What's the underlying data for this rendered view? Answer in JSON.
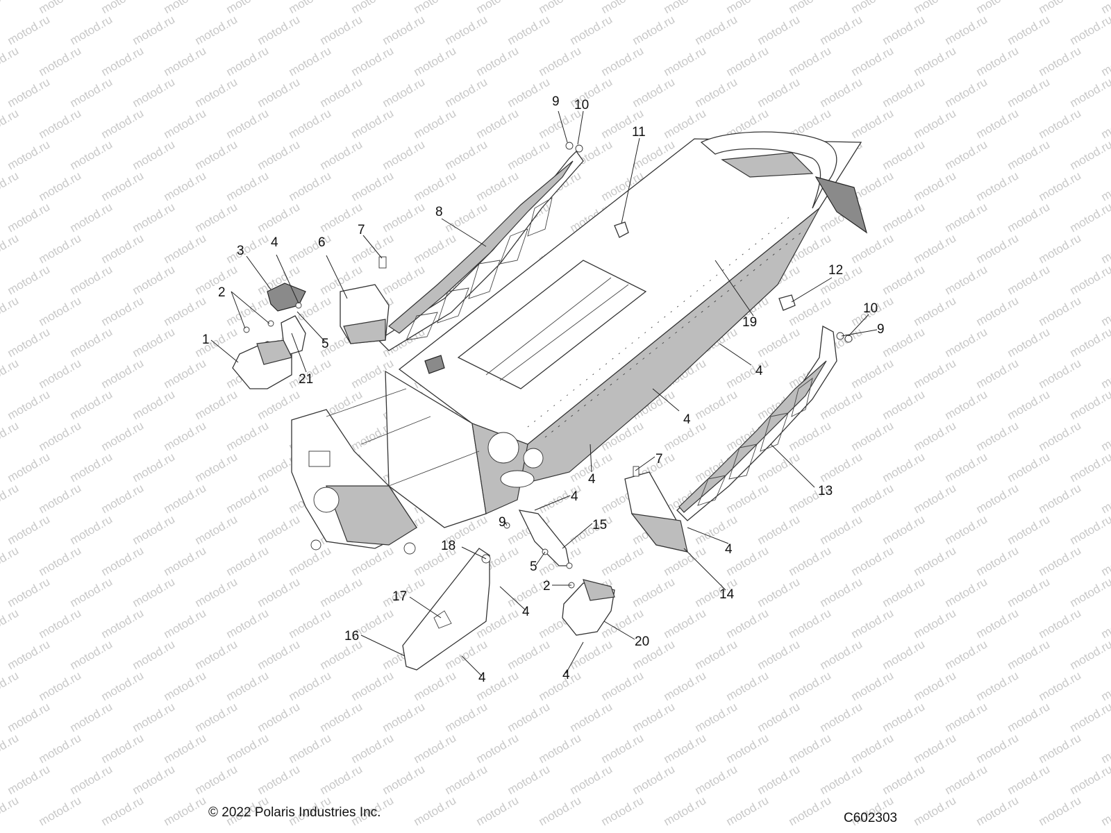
{
  "watermark": {
    "text": "motod.ru"
  },
  "callouts": [
    {
      "id": "c1",
      "text": "1"
    },
    {
      "id": "c2a",
      "text": "2"
    },
    {
      "id": "c3",
      "text": "3"
    },
    {
      "id": "c4a",
      "text": "4"
    },
    {
      "id": "c5a",
      "text": "5"
    },
    {
      "id": "c21",
      "text": "21"
    },
    {
      "id": "c6",
      "text": "6"
    },
    {
      "id": "c7a",
      "text": "7"
    },
    {
      "id": "c8",
      "text": "8"
    },
    {
      "id": "c9a",
      "text": "9"
    },
    {
      "id": "c10a",
      "text": "10"
    },
    {
      "id": "c11",
      "text": "11"
    },
    {
      "id": "c12",
      "text": "12"
    },
    {
      "id": "c19",
      "text": "19"
    },
    {
      "id": "c10b",
      "text": "10"
    },
    {
      "id": "c9b",
      "text": "9"
    },
    {
      "id": "c4b",
      "text": "4"
    },
    {
      "id": "c4c",
      "text": "4"
    },
    {
      "id": "c4d",
      "text": "4"
    },
    {
      "id": "c7b",
      "text": "7"
    },
    {
      "id": "c13",
      "text": "13"
    },
    {
      "id": "c4e",
      "text": "4"
    },
    {
      "id": "c14",
      "text": "14"
    },
    {
      "id": "c4f",
      "text": "4"
    },
    {
      "id": "c15",
      "text": "15"
    },
    {
      "id": "c9c",
      "text": "9"
    },
    {
      "id": "c18",
      "text": "18"
    },
    {
      "id": "c5b",
      "text": "5"
    },
    {
      "id": "c2b",
      "text": "2"
    },
    {
      "id": "c17",
      "text": "17"
    },
    {
      "id": "c4g",
      "text": "4"
    },
    {
      "id": "c16",
      "text": "16"
    },
    {
      "id": "c4h",
      "text": "4"
    },
    {
      "id": "c20",
      "text": "20"
    },
    {
      "id": "c4i",
      "text": "4"
    }
  ],
  "footer": {
    "copyright": "© 2022 Polaris Industries Inc.",
    "figure_code": "C602303"
  }
}
